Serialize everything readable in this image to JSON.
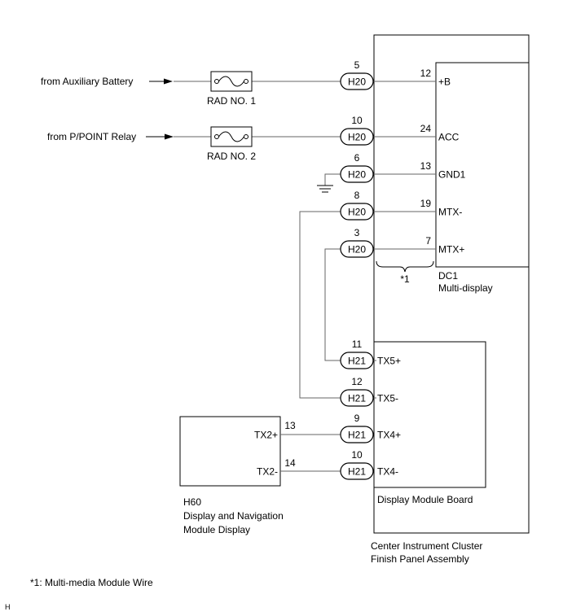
{
  "sources": {
    "aux_battery": "from Auxiliary Battery",
    "ppoint_relay": "from P/POINT Relay"
  },
  "fuses": {
    "rad1": "RAD NO. 1",
    "rad2": "RAD NO. 2"
  },
  "connectors": {
    "h20": "H20",
    "h21": "H21"
  },
  "pins": {
    "h20_5": "5",
    "h20_10": "10",
    "h20_6": "6",
    "h20_8": "8",
    "h20_3": "3",
    "dc1_12": "12",
    "dc1_24": "24",
    "dc1_13": "13",
    "dc1_19": "19",
    "dc1_7": "7",
    "h21_11": "11",
    "h21_12": "12",
    "h21_9": "9",
    "h21_10": "10",
    "h60_13": "13",
    "h60_14": "14"
  },
  "dc1": {
    "terminals": {
      "b": "+B",
      "acc": "ACC",
      "gnd1": "GND1",
      "mtx_minus": "MTX-",
      "mtx_plus": "MTX+"
    },
    "code": "DC1",
    "name": "Multi-display"
  },
  "display_board": {
    "terminals": {
      "tx5p": "TX5+",
      "tx5m": "TX5-",
      "tx4p": "TX4+",
      "tx4m": "TX4-"
    },
    "name": "Display Module Board"
  },
  "h60": {
    "terminals": {
      "tx2p": "TX2+",
      "tx2m": "TX2-"
    },
    "code": "H60",
    "name_line1": "Display and Navigation",
    "name_line2": "Module Display"
  },
  "assembly": {
    "line1": "Center Instrument Cluster",
    "line2": "Finish Panel Assembly"
  },
  "brace_label": "*1",
  "footnote": "*1: Multi-media Module Wire",
  "corner_mark": "H"
}
